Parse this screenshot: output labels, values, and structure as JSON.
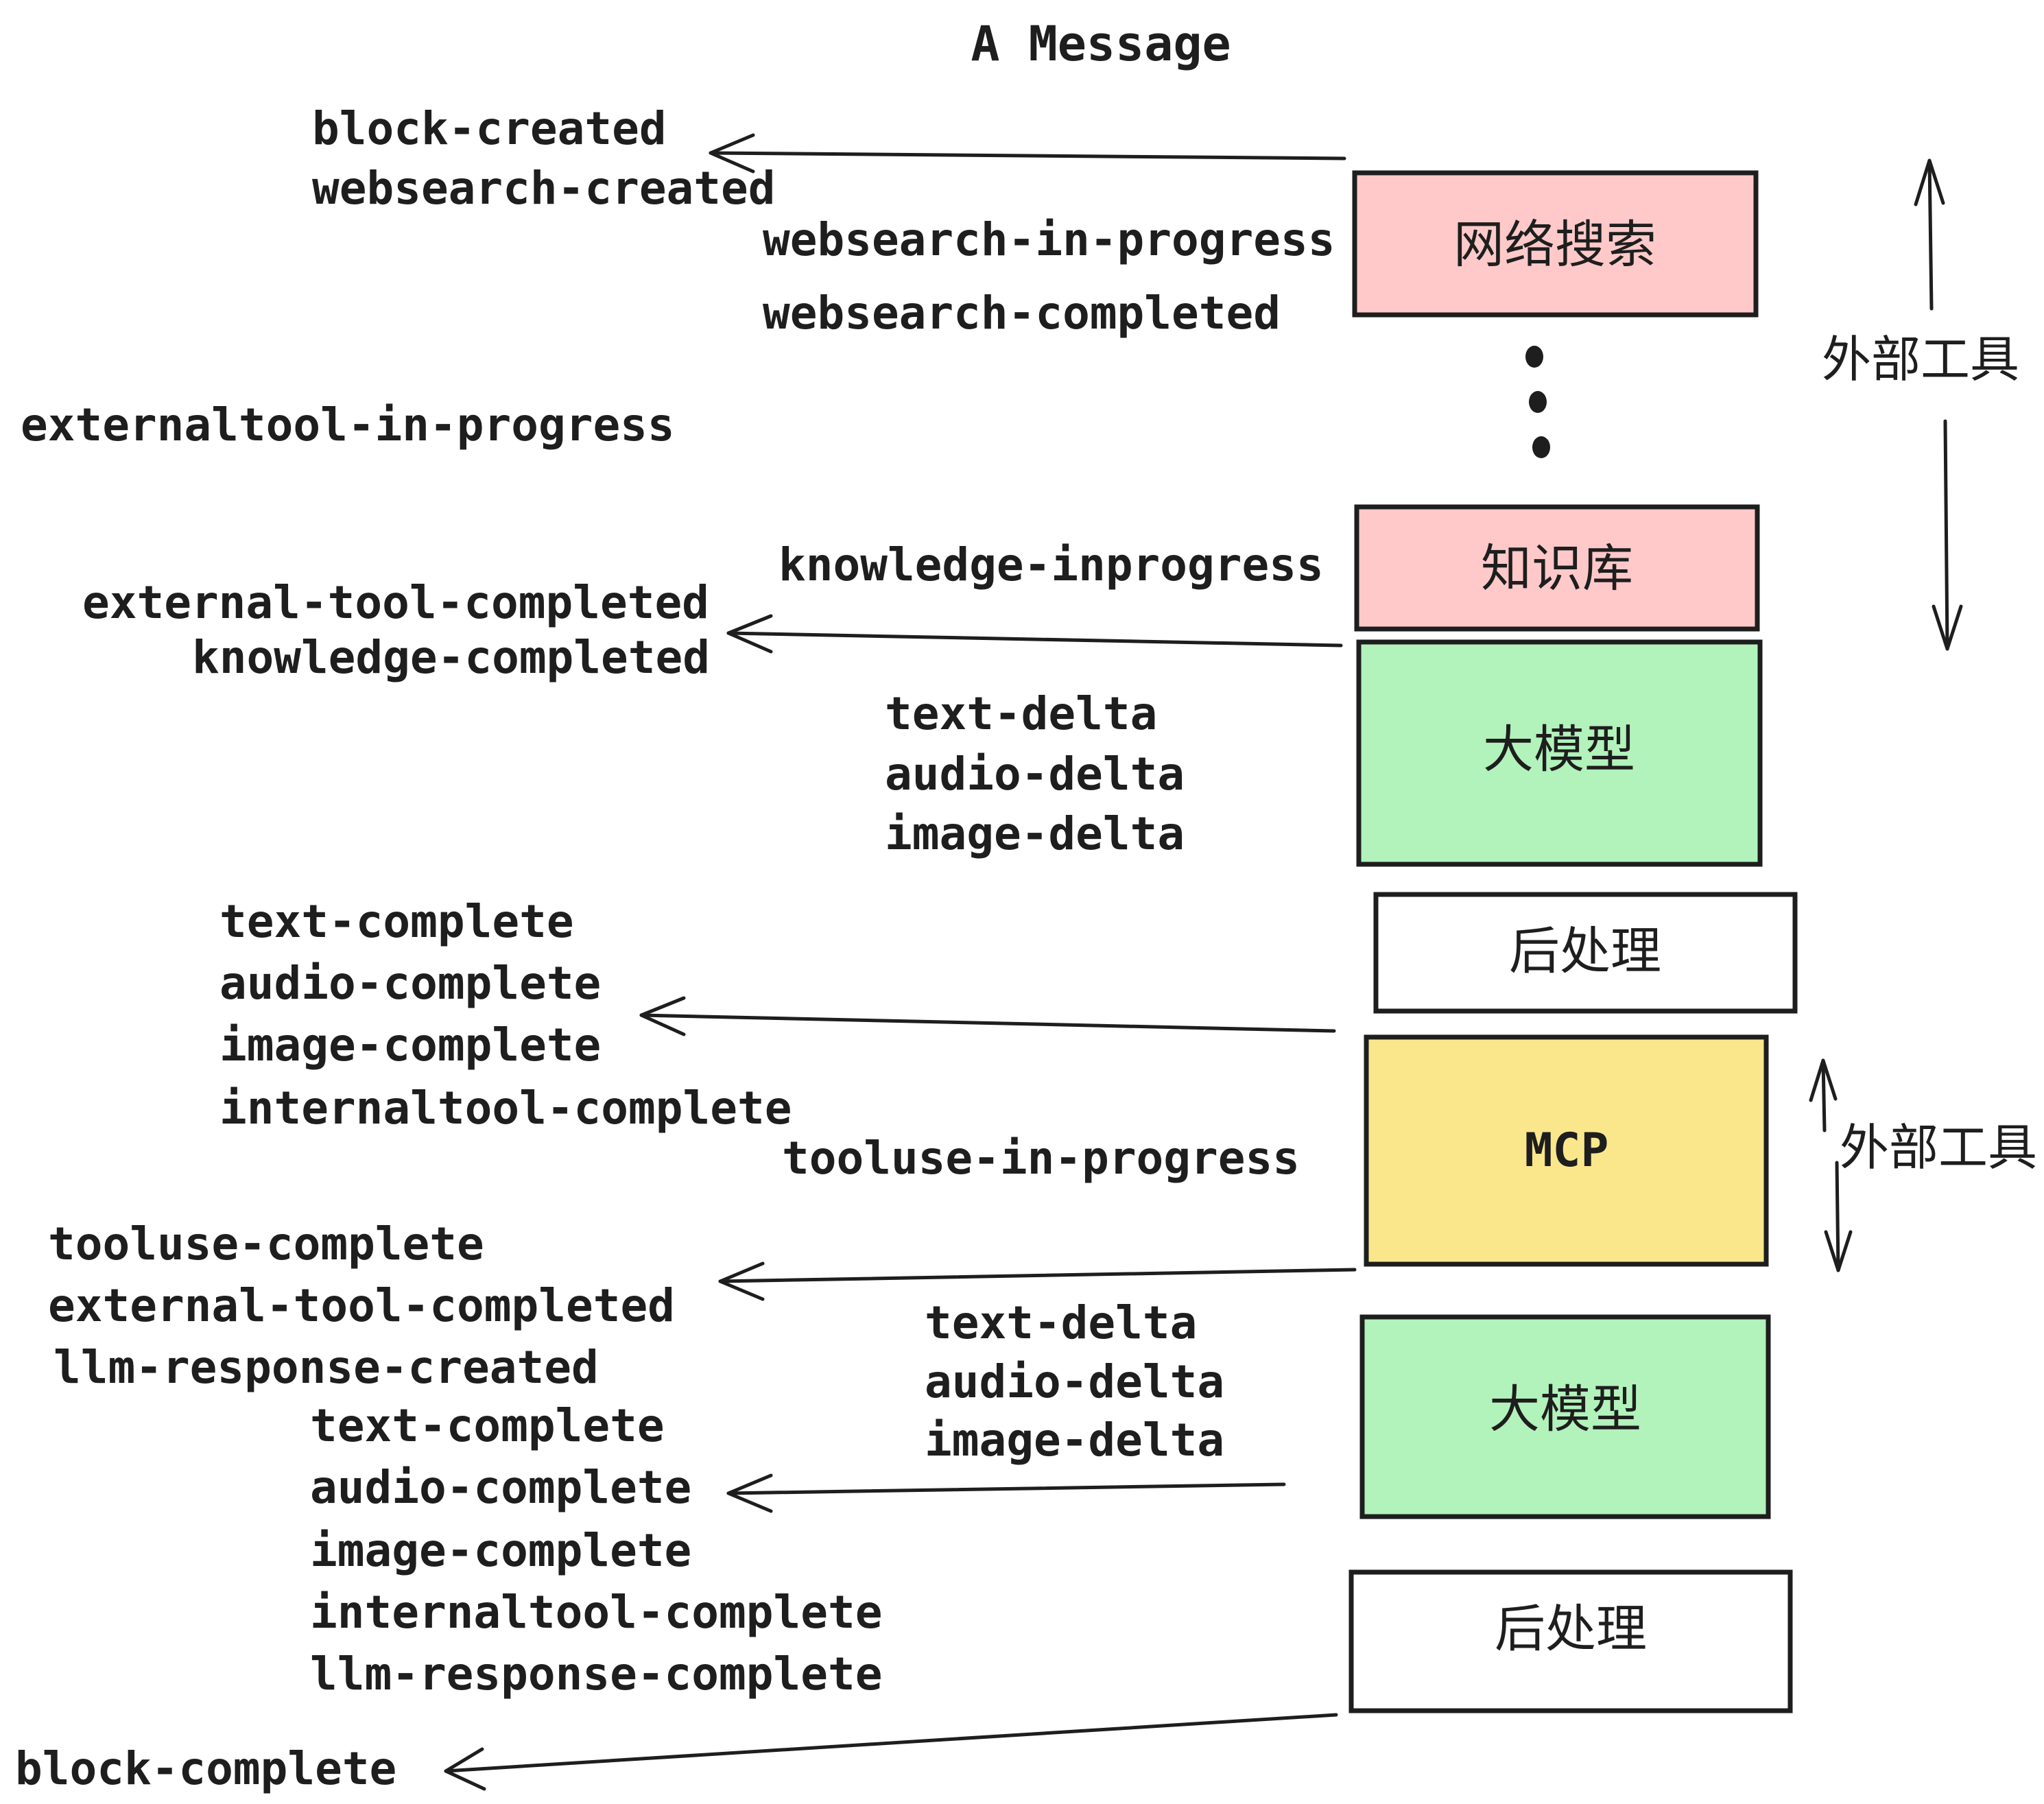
{
  "title": "A Message",
  "colors": {
    "pink": "#FFC9C9",
    "green": "#B2F2BB",
    "yellow": "#FAE78C",
    "white": "#FFFFFF",
    "stroke": "#1e1e1e"
  },
  "boxes": [
    {
      "id": "websearch",
      "label": "网络搜索",
      "color": "pink"
    },
    {
      "id": "knowledge",
      "label": "知识库",
      "color": "pink"
    },
    {
      "id": "llm1",
      "label": "大模型",
      "color": "green"
    },
    {
      "id": "post1",
      "label": "后处理",
      "color": "white"
    },
    {
      "id": "mcp",
      "label": "MCP",
      "color": "yellow"
    },
    {
      "id": "llm2",
      "label": "大模型",
      "color": "green"
    },
    {
      "id": "post2",
      "label": "后处理",
      "color": "white"
    }
  ],
  "annotations": {
    "external_tools_top": "外部工具",
    "external_tools_mid": "外部工具"
  },
  "events": {
    "block_created": "block-created",
    "websearch_created": "websearch-created",
    "websearch_in_progress": "websearch-in-progress",
    "websearch_completed": "websearch-completed",
    "externaltool_in_progress": "externaltool-in-progress",
    "knowledge_inprogress": "knowledge-inprogress",
    "external_tool_completed": "external-tool-completed",
    "knowledge_completed": "knowledge-completed",
    "text_delta": "text-delta",
    "audio_delta": "audio-delta",
    "image_delta": "image-delta",
    "text_complete": "text-complete",
    "audio_complete": "audio-complete",
    "image_complete": "image-complete",
    "internaltool_complete": "internaltool-complete",
    "tooluse_in_progress": "tooluse-in-progress",
    "tooluse_complete": "tooluse-complete",
    "external_tool_completed_2": "external-tool-completed",
    "llm_response_created": "llm-response-created",
    "text_delta_2": "text-delta",
    "audio_delta_2": "audio-delta",
    "image_delta_2": "image-delta",
    "text_complete_2": "text-complete",
    "audio_complete_2": "audio-complete",
    "image_complete_2": "image-complete",
    "internaltool_complete_2": "internaltool-complete",
    "llm_response_complete": "llm-response-complete",
    "block_complete": "block-complete"
  }
}
